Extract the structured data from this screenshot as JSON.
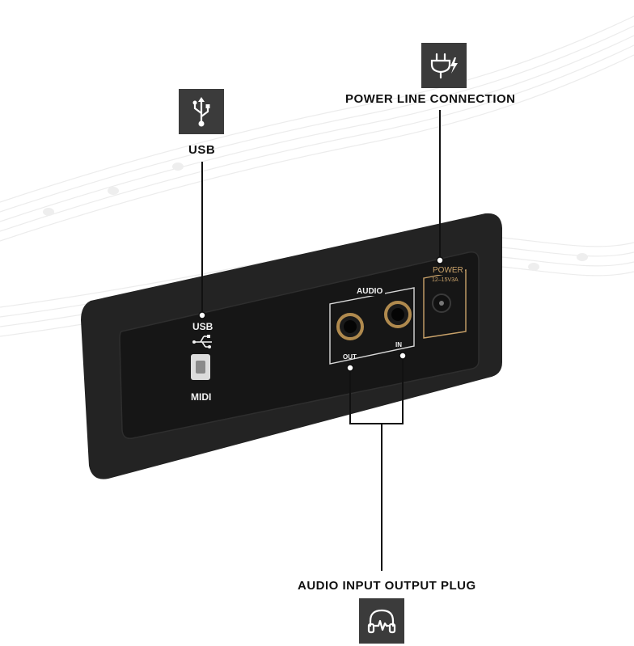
{
  "callouts": {
    "usb": {
      "label": "USB",
      "icon": "usb-icon"
    },
    "power": {
      "label": "POWER LINE CONNECTION",
      "icon": "power-plug-icon"
    },
    "audio": {
      "label": "AUDIO INPUT OUTPUT PLUG",
      "icon": "headphones-icon"
    }
  },
  "panel": {
    "usb_label": "USB",
    "midi_label": "MIDI",
    "audio_label": "AUDIO",
    "out_label": "OUT",
    "in_label": "IN",
    "power_label": "POWER",
    "power_rating": "12–15V3A"
  },
  "colors": {
    "icon_box": "#3b3b3b",
    "panel": "#1c1c1c",
    "accent_gold": "#c9a26a",
    "leader_line": "#111111"
  }
}
